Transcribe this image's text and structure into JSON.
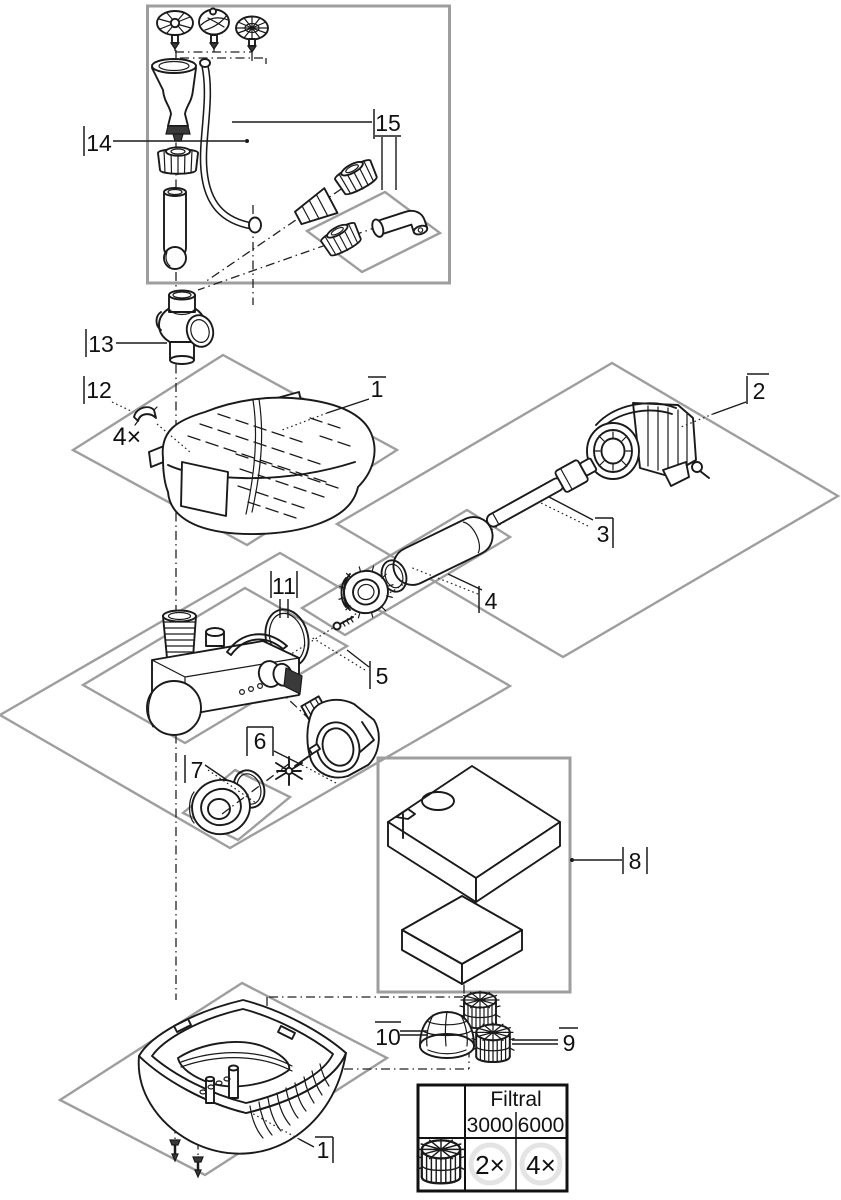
{
  "labels": {
    "l1_top": "1",
    "l1_bottom": "1",
    "l2": "2",
    "l3": "3",
    "l4": "4",
    "l5": "5",
    "l6": "6",
    "l7": "7",
    "l8": "8",
    "l9": "9",
    "l10": "10",
    "l11": "11",
    "l12": "12",
    "l13": "13",
    "l14": "14",
    "l15": "15",
    "clip_qty": "4×"
  },
  "table": {
    "title": "Filtral",
    "col_3000": "3000",
    "col_6000": "6000",
    "qty_3000": "2×",
    "qty_6000": "4×",
    "row_icon": "bio-cylinder-icon"
  },
  "colors": {
    "line": "#1a1a1a",
    "frame": "#9e9e9e",
    "background": "#ffffff",
    "accent_dark": "#3a3a3a"
  }
}
